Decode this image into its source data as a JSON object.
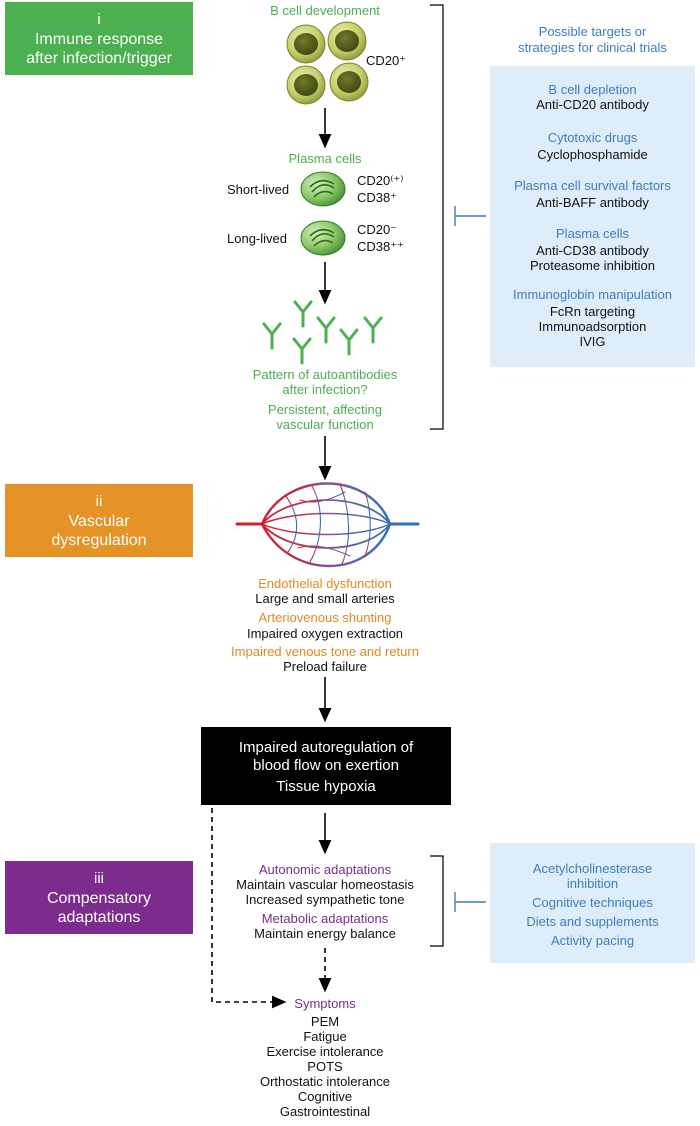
{
  "stage1": {
    "num": "i",
    "title": "Immune response after infection/trigger",
    "bcell_title": "B cell development",
    "cd20": "CD20⁺",
    "plasma_title": "Plasma cells",
    "short_lived": "Short-lived",
    "short_markers": [
      "CD20⁽⁺⁾",
      "CD38⁺"
    ],
    "long_lived": "Long-lived",
    "long_markers": [
      "CD20⁻",
      "CD38⁺⁺"
    ],
    "pattern": [
      "Pattern of autoantibodies",
      "after infection?"
    ],
    "persistent": [
      "Persistent, affecting",
      "vascular function"
    ]
  },
  "targets": {
    "heading": [
      "Possible targets or",
      "strategies for clinical trials"
    ],
    "groups": [
      {
        "category": "B cell depletion",
        "items": [
          "Anti-CD20 antibody"
        ]
      },
      {
        "category": "Cytotoxic drugs",
        "items": [
          "Cyclophosphamide"
        ]
      },
      {
        "category": "Plasma cell survival factors",
        "items": [
          "Anti-BAFF antibody"
        ]
      },
      {
        "category": "Plasma cells",
        "items": [
          "Anti-CD38 antibody",
          "Proteasome inhibition"
        ]
      },
      {
        "category": "Immunoglobin manipulation",
        "items": [
          "FcRn targeting",
          "Immunoadsorption",
          "IVIG"
        ]
      }
    ]
  },
  "stage2": {
    "num": "ii",
    "title": "Vascular dysregulation",
    "lines": [
      {
        "text": "Endothelial dysfunction",
        "style": "orange"
      },
      {
        "text": "Large and small arteries",
        "style": "black"
      },
      {
        "text": "Arteriovenous shunting",
        "style": "orange"
      },
      {
        "text": "Impaired oxygen extraction",
        "style": "black"
      },
      {
        "text": "Impaired venous tone and return",
        "style": "orange"
      },
      {
        "text": "Preload failure",
        "style": "black"
      }
    ]
  },
  "central_box": {
    "lines": [
      "Impaired autoregulation of",
      "blood flow on exertion",
      "Tissue hypoxia"
    ]
  },
  "stage3": {
    "num": "iii",
    "title": "Compensatory adaptations",
    "lines": [
      {
        "text": "Autonomic adaptations",
        "style": "purple"
      },
      {
        "text": "Maintain vascular homeostasis",
        "style": "black"
      },
      {
        "text": "Increased sympathetic tone",
        "style": "black"
      },
      {
        "text": "Metabolic adaptations",
        "style": "purple"
      },
      {
        "text": "Maintain energy balance",
        "style": "black"
      }
    ]
  },
  "strategies2": {
    "items": [
      "Acetylcholinesterase",
      "inhibition",
      "Cognitive techniques",
      "Diets and supplements",
      "Activity pacing"
    ]
  },
  "symptoms": {
    "title": "Symptoms",
    "items": [
      "PEM",
      "Fatigue",
      "Exercise intolerance",
      "POTS",
      "Orthostatic intolerance",
      "Cognitive",
      "Gastrointestinal"
    ]
  },
  "colors": {
    "green": "#4caf50",
    "orange": "#e08a23",
    "purple": "#7b2c8c",
    "blue": "#3e7cbf",
    "panel": "#ddeefa"
  }
}
